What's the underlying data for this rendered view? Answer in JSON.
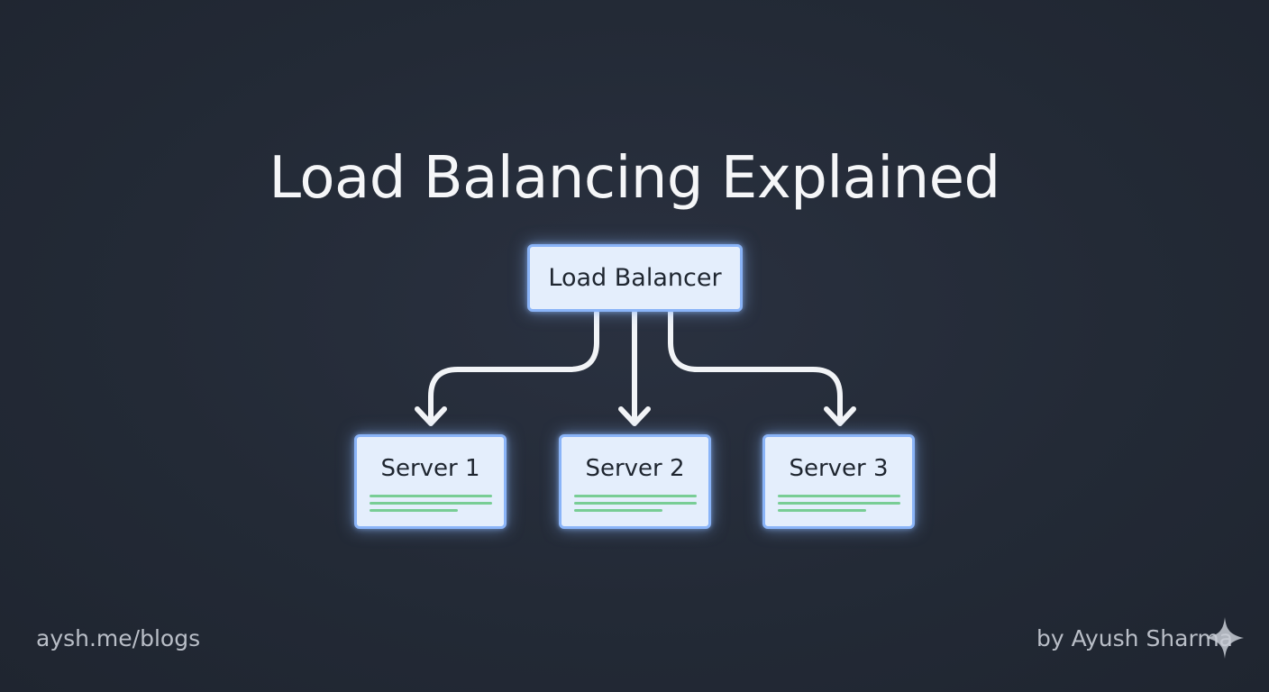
{
  "title": "Load Balancing Explained",
  "diagram": {
    "load_balancer": {
      "label": "Load Balancer"
    },
    "servers": [
      {
        "label": "Server 1"
      },
      {
        "label": "Server 2"
      },
      {
        "label": "Server 3"
      }
    ]
  },
  "footer": {
    "url": "aysh.me/blogs",
    "byline": "by Ayush Sharma",
    "logo_icon": "sparkle-icon"
  },
  "colors": {
    "background": "#232a36",
    "node_fill": "#e4eefc",
    "node_border": "#8ab4f8",
    "connector": "#f2f4f7",
    "load_indicator": "#6cc98a",
    "footer_text": "#b9bec7"
  }
}
